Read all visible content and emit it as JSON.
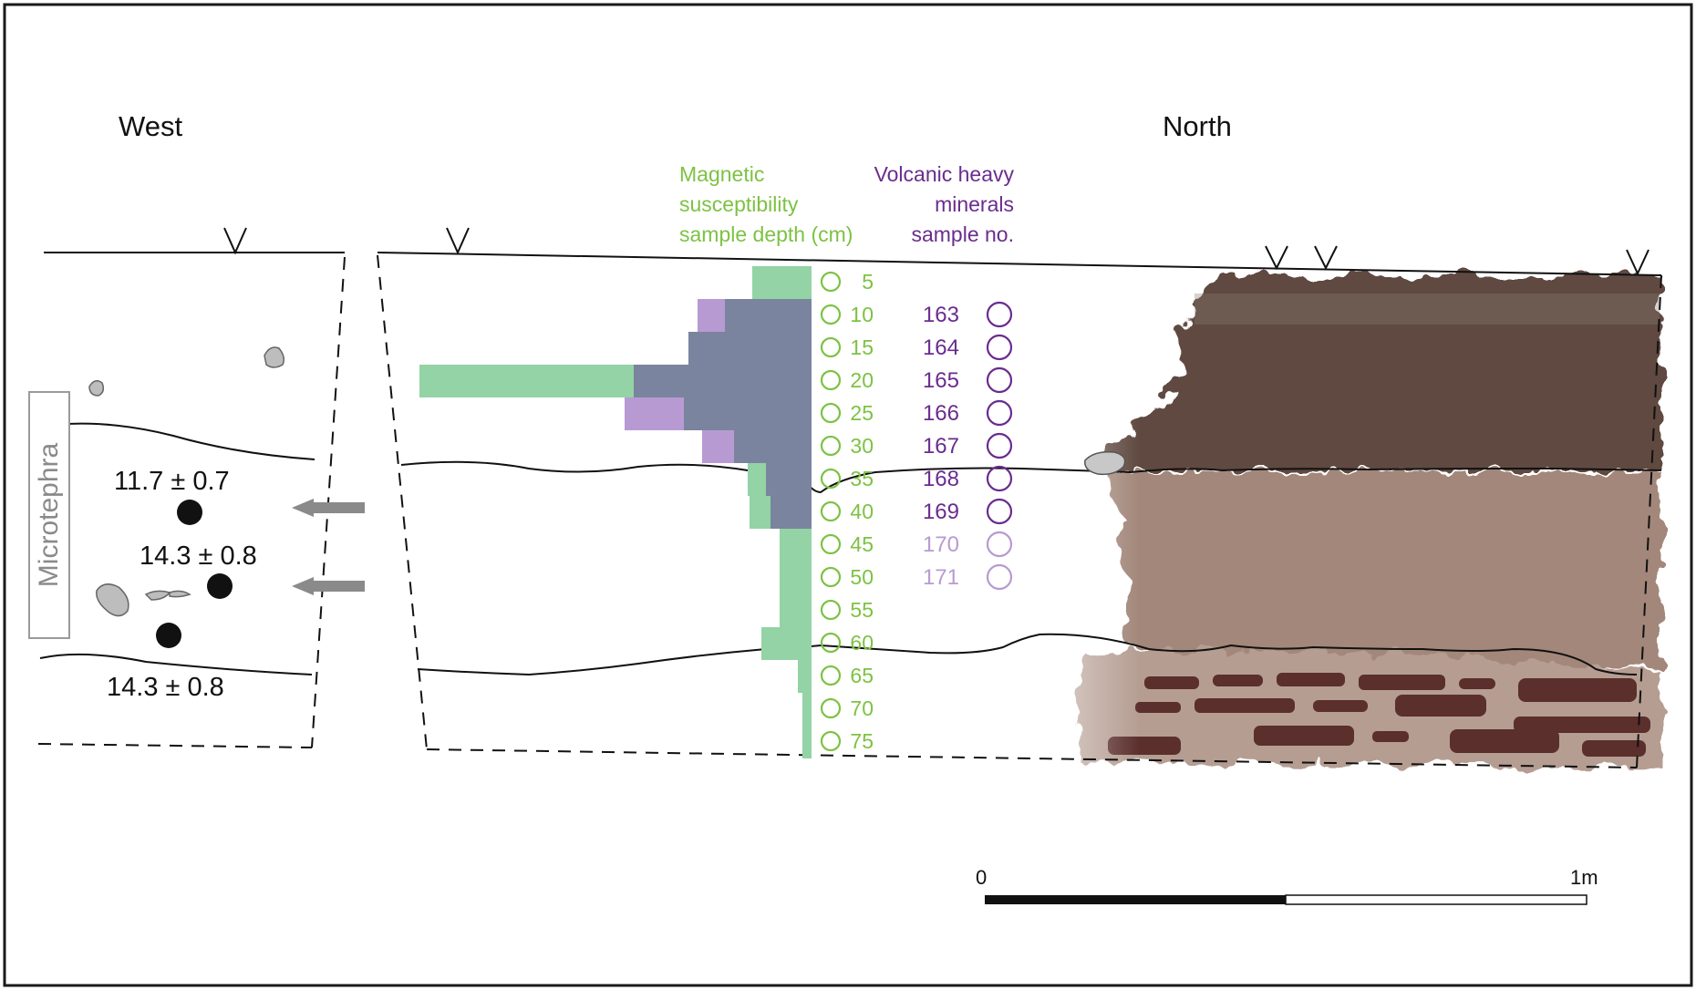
{
  "titles": {
    "west": "West",
    "north": "North"
  },
  "legend": {
    "magnetic": [
      "Magnetic",
      "susceptibility",
      "sample depth (cm)"
    ],
    "volcanic": [
      "Volcanic heavy",
      "minerals",
      "sample no."
    ]
  },
  "microtephra_label": "Microtephra",
  "ages": [
    "11.7 ± 0.7",
    "14.3 ± 0.8",
    "14.3 ± 0.8"
  ],
  "depth_samples": [
    "5",
    "10",
    "15",
    "20",
    "25",
    "30",
    "35",
    "40",
    "45",
    "50",
    "55",
    "60",
    "65",
    "70",
    "75"
  ],
  "mineral_samples": [
    {
      "no": "163",
      "faded": false
    },
    {
      "no": "164",
      "faded": false
    },
    {
      "no": "165",
      "faded": false
    },
    {
      "no": "166",
      "faded": false
    },
    {
      "no": "167",
      "faded": false
    },
    {
      "no": "168",
      "faded": false
    },
    {
      "no": "169",
      "faded": false
    },
    {
      "no": "170",
      "faded": true
    },
    {
      "no": "171",
      "faded": true
    }
  ],
  "scale": {
    "start": "0",
    "end": "1m"
  },
  "histograms": {
    "magnetic_widths": [
      65,
      35,
      45,
      430,
      60,
      30,
      70,
      68,
      35,
      35,
      35,
      55,
      15,
      10,
      10
    ],
    "mineral_widths": [
      0,
      125,
      125,
      195,
      205,
      120,
      45,
      45,
      0,
      0,
      0,
      0,
      0,
      0,
      0
    ],
    "overlap_widths": [
      0,
      95,
      135,
      195,
      140,
      85,
      50,
      45,
      0,
      0,
      0,
      0,
      0,
      0,
      0
    ]
  },
  "colors": {
    "magnetic": "#7dc243",
    "magnetic_bar": "#93d3a5",
    "mineral": "#6a2c8e",
    "mineral_faded": "#b79bd0",
    "mineral_bar": "#b89ad3",
    "overlap_bar": "#7a849e",
    "soil_dark": "#5e4a40",
    "soil_mid": "#9c8074",
    "soil_brick": "#5a2f2c",
    "arrow": "#8a8a8a"
  }
}
